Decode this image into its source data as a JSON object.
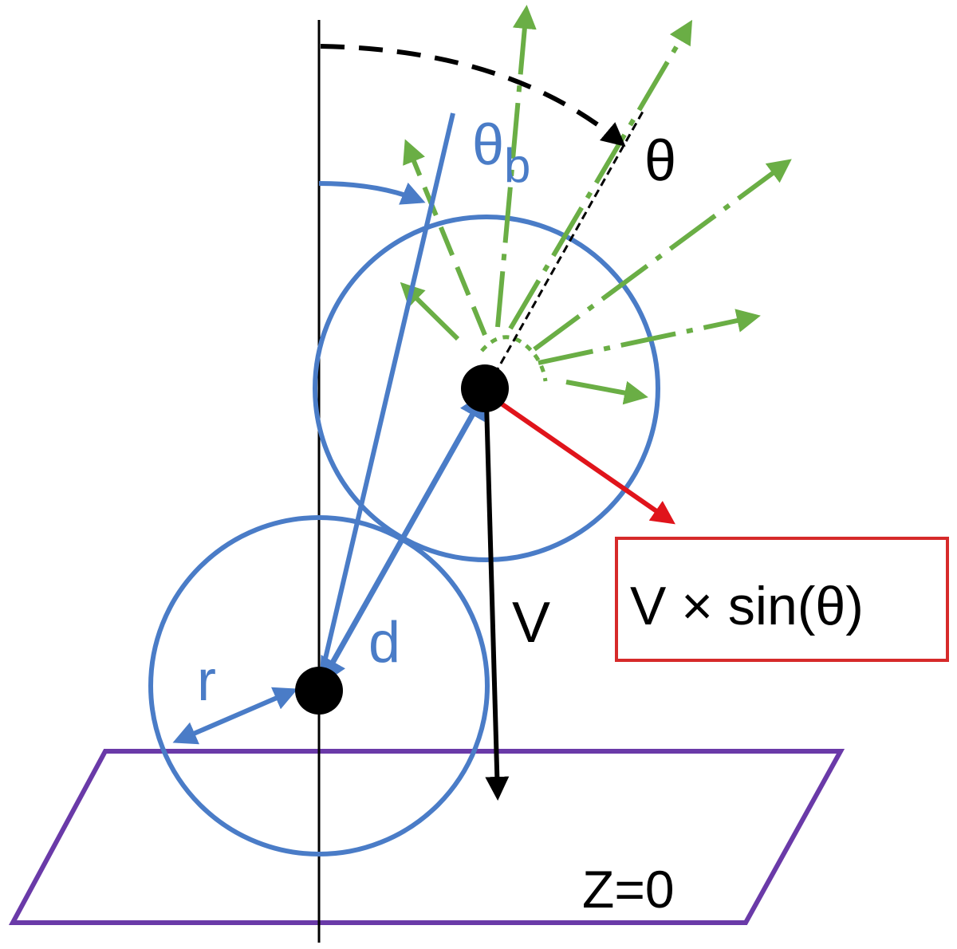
{
  "labels": {
    "theta": "θ",
    "theta_b_main": "θ",
    "theta_b_sub": "b",
    "velocity": "V",
    "distance": "d",
    "radius": "r",
    "plane": "Z=0",
    "formula": "V × sin(θ)"
  },
  "colors": {
    "particle_outline": "#4a7cc7",
    "emission": "#6aae45",
    "result_vector": "#e0141b",
    "formula_box": "#d62a2a",
    "plane": "#6a3aa8",
    "axis": "#000000"
  }
}
